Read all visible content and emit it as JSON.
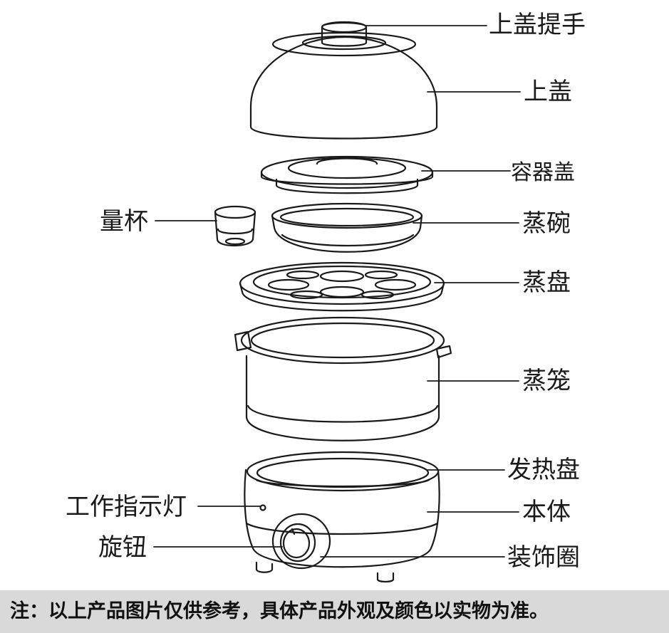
{
  "labels": {
    "lid_handle": "上盖提手",
    "lid": "上盖",
    "container_lid": "容器盖",
    "measuring_cup": "量杯",
    "steam_bowl": "蒸碗",
    "steam_tray": "蒸盘",
    "steamer_basket": "蒸笼",
    "heating_plate": "发热盘",
    "main_body": "本体",
    "indicator_light": "工作指示灯",
    "knob": "旋钮",
    "decor_ring": "装饰圈"
  },
  "note": "注：以上产品图片仅供参考，具体产品外观及颜色以实物为准。",
  "colors": {
    "line": "#1a1a1a",
    "note_bg": "#d9d9d9"
  }
}
